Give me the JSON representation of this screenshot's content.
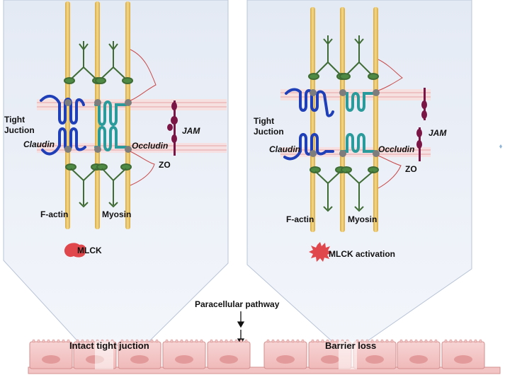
{
  "left_panel": {
    "tight_line1": "Tight",
    "tight_line2": "Juction",
    "claudin": "Claudin",
    "occludin": "Occludin",
    "jam": "JAM",
    "zo": "ZO",
    "factin": "F-actin",
    "myosin": "Myosin",
    "mlck": "MLCK"
  },
  "right_panel": {
    "tight_line1": "Tight",
    "tight_line2": "Juction",
    "claudin": "Claudin",
    "occludin": "Occludin",
    "jam": "JAM",
    "zo": "ZO",
    "factin": "F-actin",
    "myosin": "Myosin",
    "mlck": "MLCK activation"
  },
  "pathway_label": "Paracellular pathway",
  "epithelium": {
    "left_label": "Intact tight juction",
    "right_label": "Barrier loss"
  },
  "colors": {
    "panel_fill": "#e9eef6",
    "actin": "#e8c46a",
    "myosin": "#3f6b35",
    "claudin": "#1f3fb8",
    "occludin": "#2a9a9a",
    "jam": "#7a1545",
    "mlck": "#e0474c",
    "cell_fill": "#f6c9c9",
    "cell_stroke": "#d48f8f",
    "nucleus": "#e39a9a"
  }
}
